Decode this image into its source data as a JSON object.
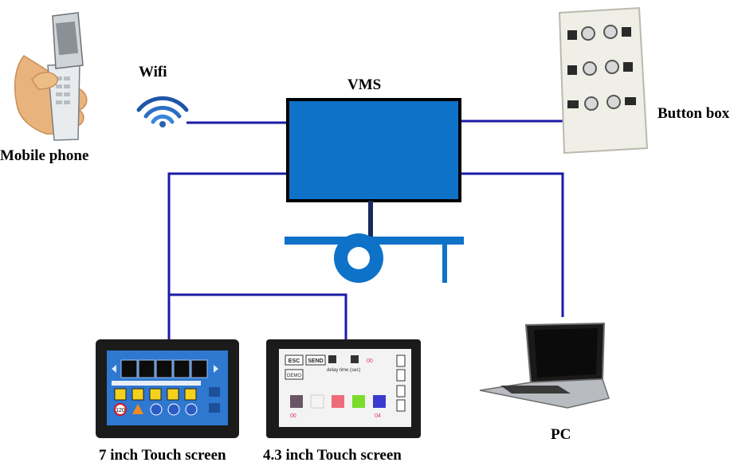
{
  "labels": {
    "wifi": "Wifi",
    "vms": "VMS",
    "button_box": "Button box",
    "mobile_phone": "Mobile phone",
    "pc": "PC",
    "touch7": "7 inch Touch screen",
    "touch43": "4.3 inch Touch screen"
  },
  "screen43": {
    "esc": "ESC",
    "send": "SEND",
    "demo": "DEMO",
    "delay": "delay time (sec)",
    "readout": "00",
    "left_value": "00",
    "right_value": "04"
  },
  "screen7": {
    "speed_sign": "120"
  },
  "colors": {
    "line": "#1a1aa6",
    "vms_fill": "#0f72c9",
    "vms_stroke": "#000000",
    "trailer": "#0f72c9",
    "device_dark": "#1b1b1b",
    "screen7_bg": "#2f78d0"
  },
  "icons": {
    "wifi": "wifi-icon",
    "phone": "mobile-phone-icon",
    "laptop": "laptop-icon",
    "button_box": "button-box-icon"
  }
}
